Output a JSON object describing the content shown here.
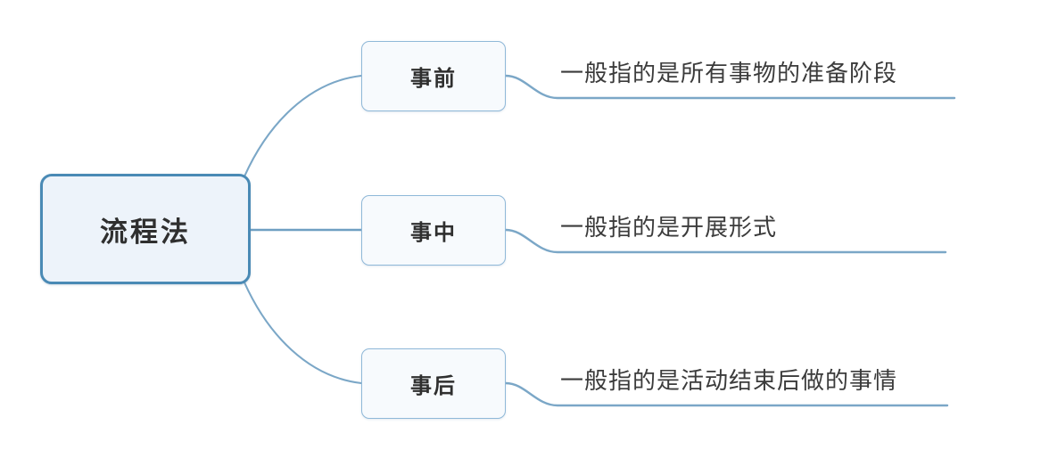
{
  "diagram": {
    "type": "mind-map",
    "title": "流程法",
    "orientation": "left-to-right",
    "background_color": "#ffffff",
    "colors": {
      "root_border": "#4a8ab5",
      "root_fill": "#edf3fa",
      "child_border": "#8fb8d8",
      "child_fill": "#f7fafd",
      "connector": "#7ba7c7",
      "underline": "#7ba7c7",
      "text": "#2f2f2f"
    }
  },
  "root": {
    "label": "流程法"
  },
  "branches": [
    {
      "node_label": "事前",
      "leaf_label": "一般指的是所有事物的准备阶段"
    },
    {
      "node_label": "事中",
      "leaf_label": "一般指的是开展形式"
    },
    {
      "node_label": "事后",
      "leaf_label": "一般指的是活动结束后做的事情"
    }
  ]
}
